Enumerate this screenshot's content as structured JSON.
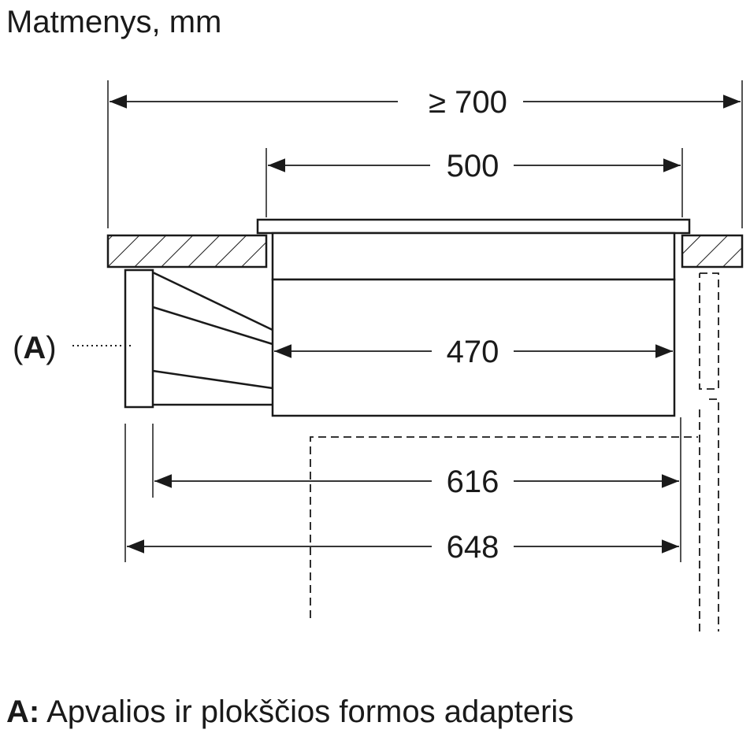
{
  "title": "Matmenys, mm",
  "dimensions": {
    "overall_width": "≥ 700",
    "hob_width": "500",
    "unit_width": "470",
    "depth_to_adapter": "616",
    "depth_total": "648"
  },
  "callout": {
    "open": "(",
    "letter": "A",
    "close": ")"
  },
  "legend": {
    "key": "A:",
    "text": "Apvalios ir plokščios formos adapteris"
  },
  "colors": {
    "line": "#1a1a1a",
    "background": "#ffffff"
  }
}
